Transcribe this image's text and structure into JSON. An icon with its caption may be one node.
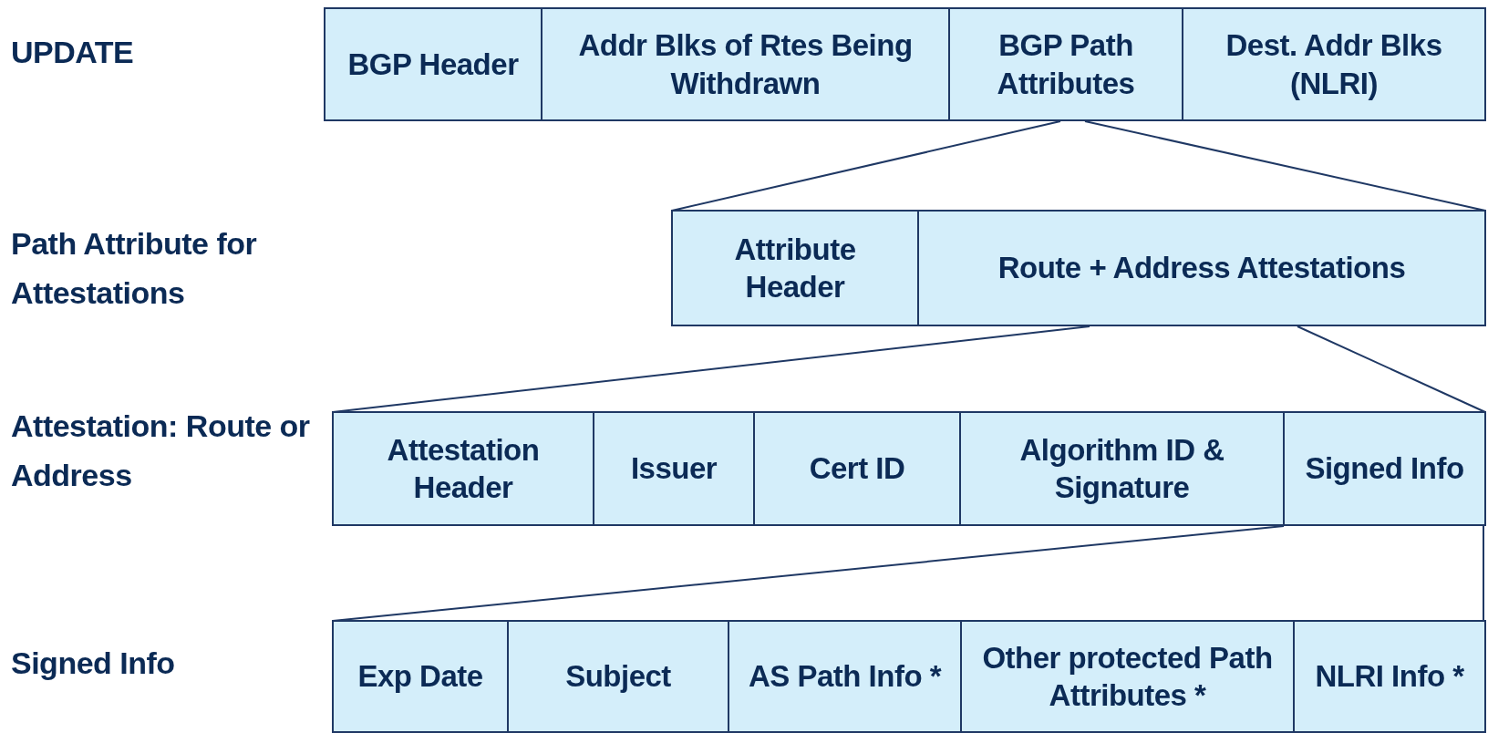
{
  "diagram": {
    "nodes": [
      {
        "text": [
          "BGP Header"
        ]
      },
      {
        "text": [
          "Addr Blks of Rtes Being Withdrawn"
        ]
      },
      {
        "text": [
          "BGP Path Attributes"
        ]
      },
      {
        "text": [
          "Dest. Addr Blks (NLRI)"
        ]
      },
      {
        "text": [
          "Attribute Header"
        ]
      },
      {
        "text": [
          "Route + Address Attestations"
        ]
      },
      {
        "text": [
          "Attestation Header"
        ]
      },
      {
        "text": [
          "Issuer"
        ]
      },
      {
        "text": [
          "Cert ID"
        ]
      },
      {
        "text": [
          "Algorithm ID & Signature"
        ]
      },
      {
        "text": [
          "Signed Info"
        ]
      },
      {
        "text": [
          "Exp Date"
        ]
      },
      {
        "text": [
          "Subject"
        ]
      },
      {
        "text": [
          "AS Path Info *"
        ]
      },
      {
        "text": [
          "Other protected Path Attributes *"
        ]
      },
      {
        "text": [
          "NLRI Info *"
        ]
      }
    ],
    "edges": [
      {
        "from": 2,
        "to": 4,
        "arrow": "none"
      },
      {
        "from": 2,
        "to": 5,
        "arrow": "none"
      },
      {
        "from": 5,
        "to": 6,
        "arrow": "none"
      },
      {
        "from": 5,
        "to": 10,
        "arrow": "none"
      },
      {
        "from": 10,
        "to": 11,
        "arrow": "none"
      },
      {
        "from": 10,
        "to": 15,
        "arrow": "none"
      }
    ],
    "labels": [
      "UPDATE",
      "Path Attribute for Attestations",
      "Attestation: Route or Address",
      "Signed Info"
    ]
  }
}
